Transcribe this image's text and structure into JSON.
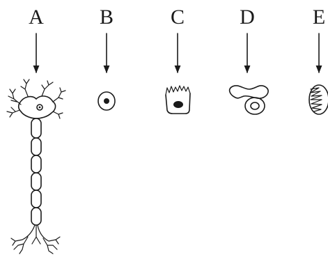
{
  "labels": {
    "a": "A",
    "b": "B",
    "c": "C",
    "d": "D",
    "e": "E"
  },
  "cells": [
    {
      "label": "A",
      "depicts": "neuron-icon"
    },
    {
      "label": "B",
      "depicts": "round-cell-icon"
    },
    {
      "label": "C",
      "depicts": "ciliated-cell-icon"
    },
    {
      "label": "D",
      "depicts": "wrapping-cell-icon"
    },
    {
      "label": "E",
      "depicts": "mitochondrion-icon"
    }
  ],
  "colors": {
    "ink": "#1a1a1a",
    "background": "#ffffff"
  }
}
